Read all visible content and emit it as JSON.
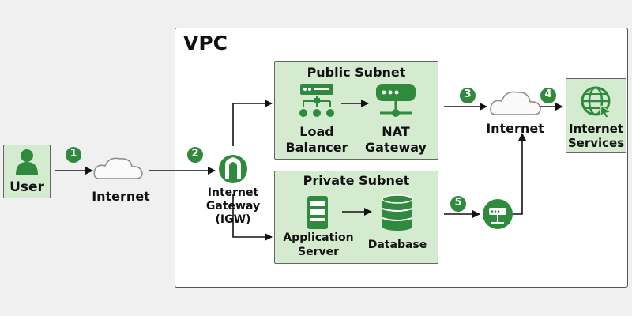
{
  "vpc": {
    "title": "VPC"
  },
  "user": {
    "label": "User"
  },
  "internet_left": {
    "label": "Internet"
  },
  "internet_right": {
    "label": "Internet"
  },
  "igw": {
    "line1": "Internet",
    "line2": "Gateway",
    "line3": "(IGW)"
  },
  "public_subnet": {
    "title": "Public Subnet",
    "lb": {
      "line1": "Load",
      "line2": "Balancer"
    },
    "nat": {
      "line1": "NAT",
      "line2": "Gateway"
    }
  },
  "private_subnet": {
    "title": "Private Subnet",
    "app": {
      "line1": "Application",
      "line2": "Server"
    },
    "db": {
      "label": "Database"
    }
  },
  "internet_services": {
    "line1": "Internet",
    "line2": "Services"
  },
  "steps": [
    "1",
    "2",
    "3",
    "4",
    "5"
  ],
  "colors": {
    "green": "#2f8a3e",
    "light_green": "#d4ebcf",
    "background": "#f0f0f0"
  }
}
